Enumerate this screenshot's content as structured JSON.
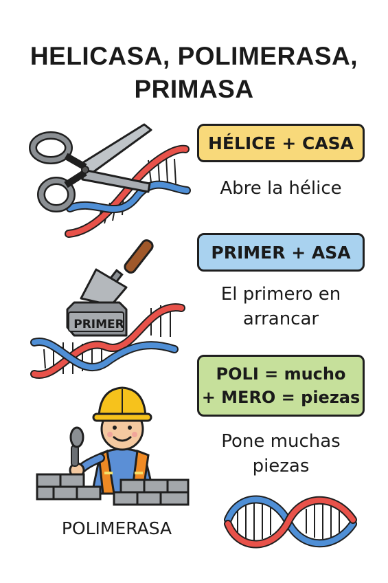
{
  "title": {
    "line1": "HELICASA, POLIMERASA,",
    "line2": "PRIMASA"
  },
  "helicasa": {
    "box_label": "HÉLICE + CASA",
    "description": "Abre la hélice"
  },
  "primasa": {
    "box_label": "PRIMER + ASA",
    "description_line1": "El primero en",
    "description_line2": "arrancar",
    "brick_label": "PRIMER"
  },
  "polimerasa": {
    "box_line1": "POLI = mucho",
    "box_line2": "+ MERO = piezas",
    "description_line1": "Pone muchas",
    "description_line2": "piezas",
    "worker_label": "POLIMERASA"
  },
  "colors": {
    "yellow_box": "#f8d97a",
    "blue_box": "#a9d2ef",
    "green_box": "#c6e09b",
    "dna_red": "#e8524a",
    "dna_blue": "#4f8fd6",
    "helmet": "#f6c21c",
    "vest": "#f08a24"
  }
}
